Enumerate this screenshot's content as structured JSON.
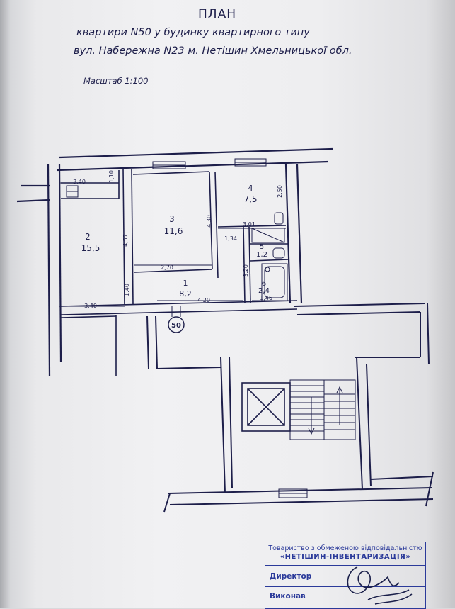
{
  "header": {
    "title": "ПЛАН",
    "line1": "квартири N50 у будинку квартирного типу",
    "line2": "вул. Набережна N23 м. Нетішин Хмельницької обл.",
    "scale": "Масштаб 1:100"
  },
  "rooms": [
    {
      "number": "1",
      "area": "8,2"
    },
    {
      "number": "2",
      "area": "15,5"
    },
    {
      "number": "3",
      "area": "11,6"
    },
    {
      "number": "4",
      "area": "7,5"
    },
    {
      "number": "5",
      "area": "1,2"
    },
    {
      "number": "6",
      "area": "2,4"
    }
  ],
  "dimensions": {
    "d340_top": "3,40",
    "d110": "1,10",
    "d457": "4,57",
    "d140": "1,40",
    "d340_bottom": "3,40",
    "d430": "4,30",
    "d270": "2,70",
    "d134": "1,34",
    "d420": "4,20",
    "d250": "2,50",
    "d301": "3,01",
    "d320": "3,20",
    "d146": "1,46"
  },
  "apartment_marker": "50",
  "stamp": {
    "org_line1": "Товариство з обмеженою відповідальністю",
    "org_line2": "«НЕТІШИН-ІНВЕНТАРИЗАЦІЯ»",
    "director": "Директор",
    "executor": "Виконав"
  },
  "colors": {
    "ink": "#1d1e4a",
    "stamp": "#2b3a9a",
    "signature": "#1a1f4a"
  }
}
